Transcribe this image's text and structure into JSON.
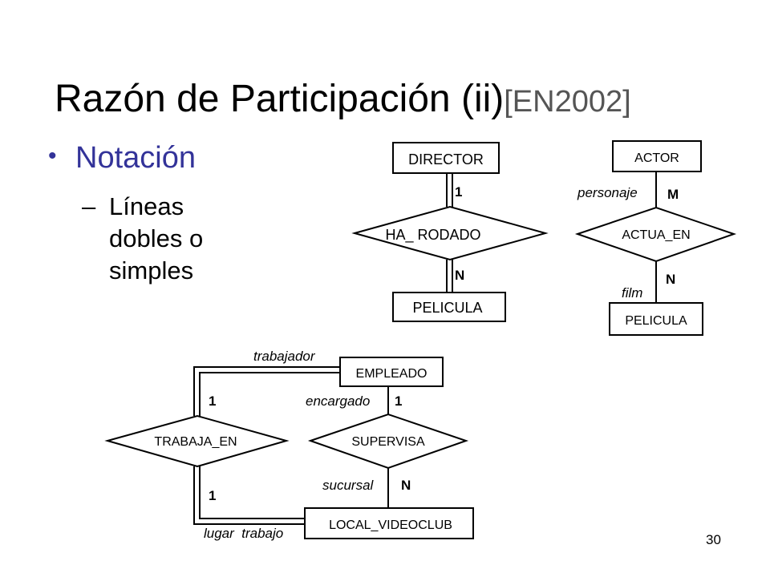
{
  "slide": {
    "title_main": "Razón de Participación (ii)",
    "title_ref": "[EN2002]",
    "bullet1": "Notación",
    "bullet2_dash": "–",
    "bullet2_lines": [
      "Líneas",
      "dobles o",
      "simples"
    ],
    "page_number": "30"
  },
  "diagram1": {
    "entity_top": "DIRECTOR",
    "relationship": "HA_ RODADO",
    "entity_bottom": "PELICULA",
    "card_top": "1",
    "card_bottom": "N"
  },
  "diagram2": {
    "entity_top": "ACTOR",
    "relationship": "ACTUA_EN",
    "entity_bottom": "PELICULA",
    "card_top": "M",
    "card_bottom": "N",
    "role_top": "personaje",
    "role_bottom": "film"
  },
  "diagram3": {
    "entity_empleado": "EMPLEADO",
    "entity_local": "LOCAL_VIDEOCLUB",
    "rel_trabaja": "TRABAJA_EN",
    "rel_supervisa": "SUPERVISA",
    "card_trabaja_top": "1",
    "card_trabaja_bottom": "1",
    "card_supervisa_top": "1",
    "card_supervisa_bottom": "N",
    "role_trabajador": "trabajador",
    "role_encargado": "encargado",
    "role_sucursal": "sucursal",
    "role_lugar": "lugar  trabajo"
  }
}
